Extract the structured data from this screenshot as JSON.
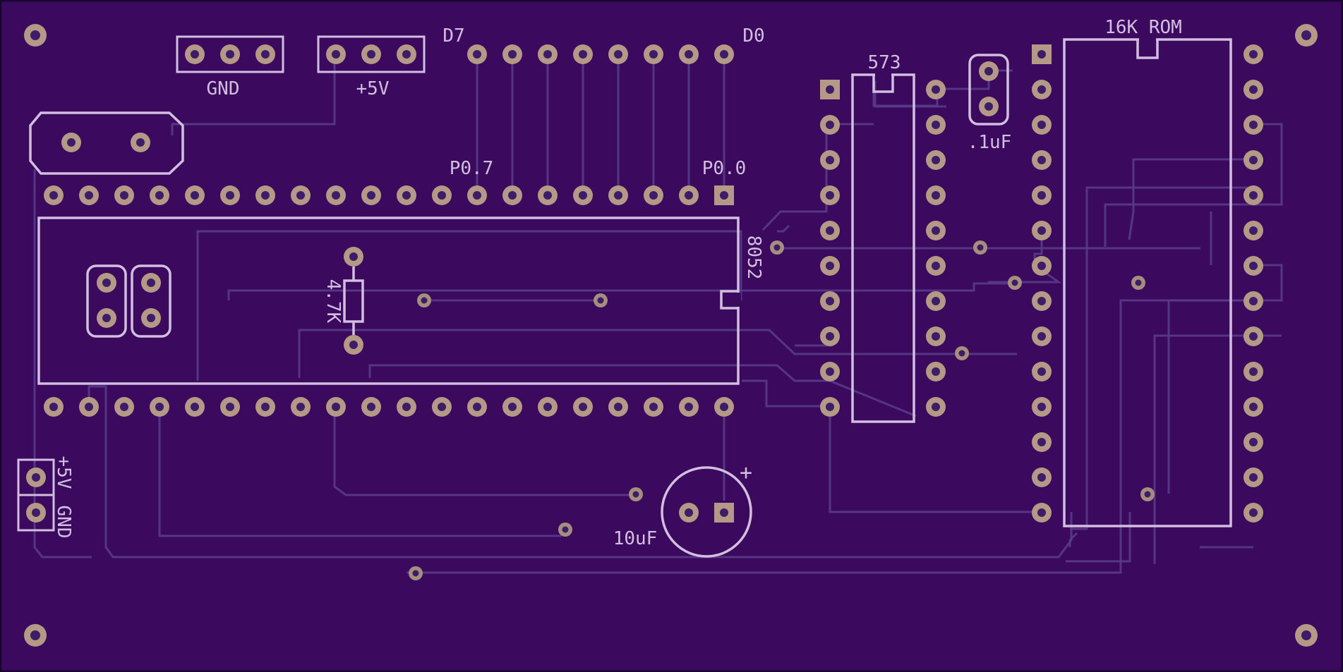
{
  "board": {
    "substrate_color": "#3b0a5e",
    "silkscreen_color": "#d2bfe0",
    "pad_color": "#b49a86",
    "trace_color": "#5a3a8a"
  },
  "labels": {
    "gnd_header": "GND",
    "v5_header": "+5V",
    "d7": "D7",
    "d0": "D0",
    "p07": "P0.7",
    "p00": "P0.0",
    "mcu": "8052",
    "resistor": "4.7K",
    "latch": "573",
    "cap_small": ".1uF",
    "rom": "16K ROM",
    "cap_electrolytic": "10uF",
    "cap_plus": "+",
    "power_v5": "+5V",
    "power_gnd": "GND"
  }
}
